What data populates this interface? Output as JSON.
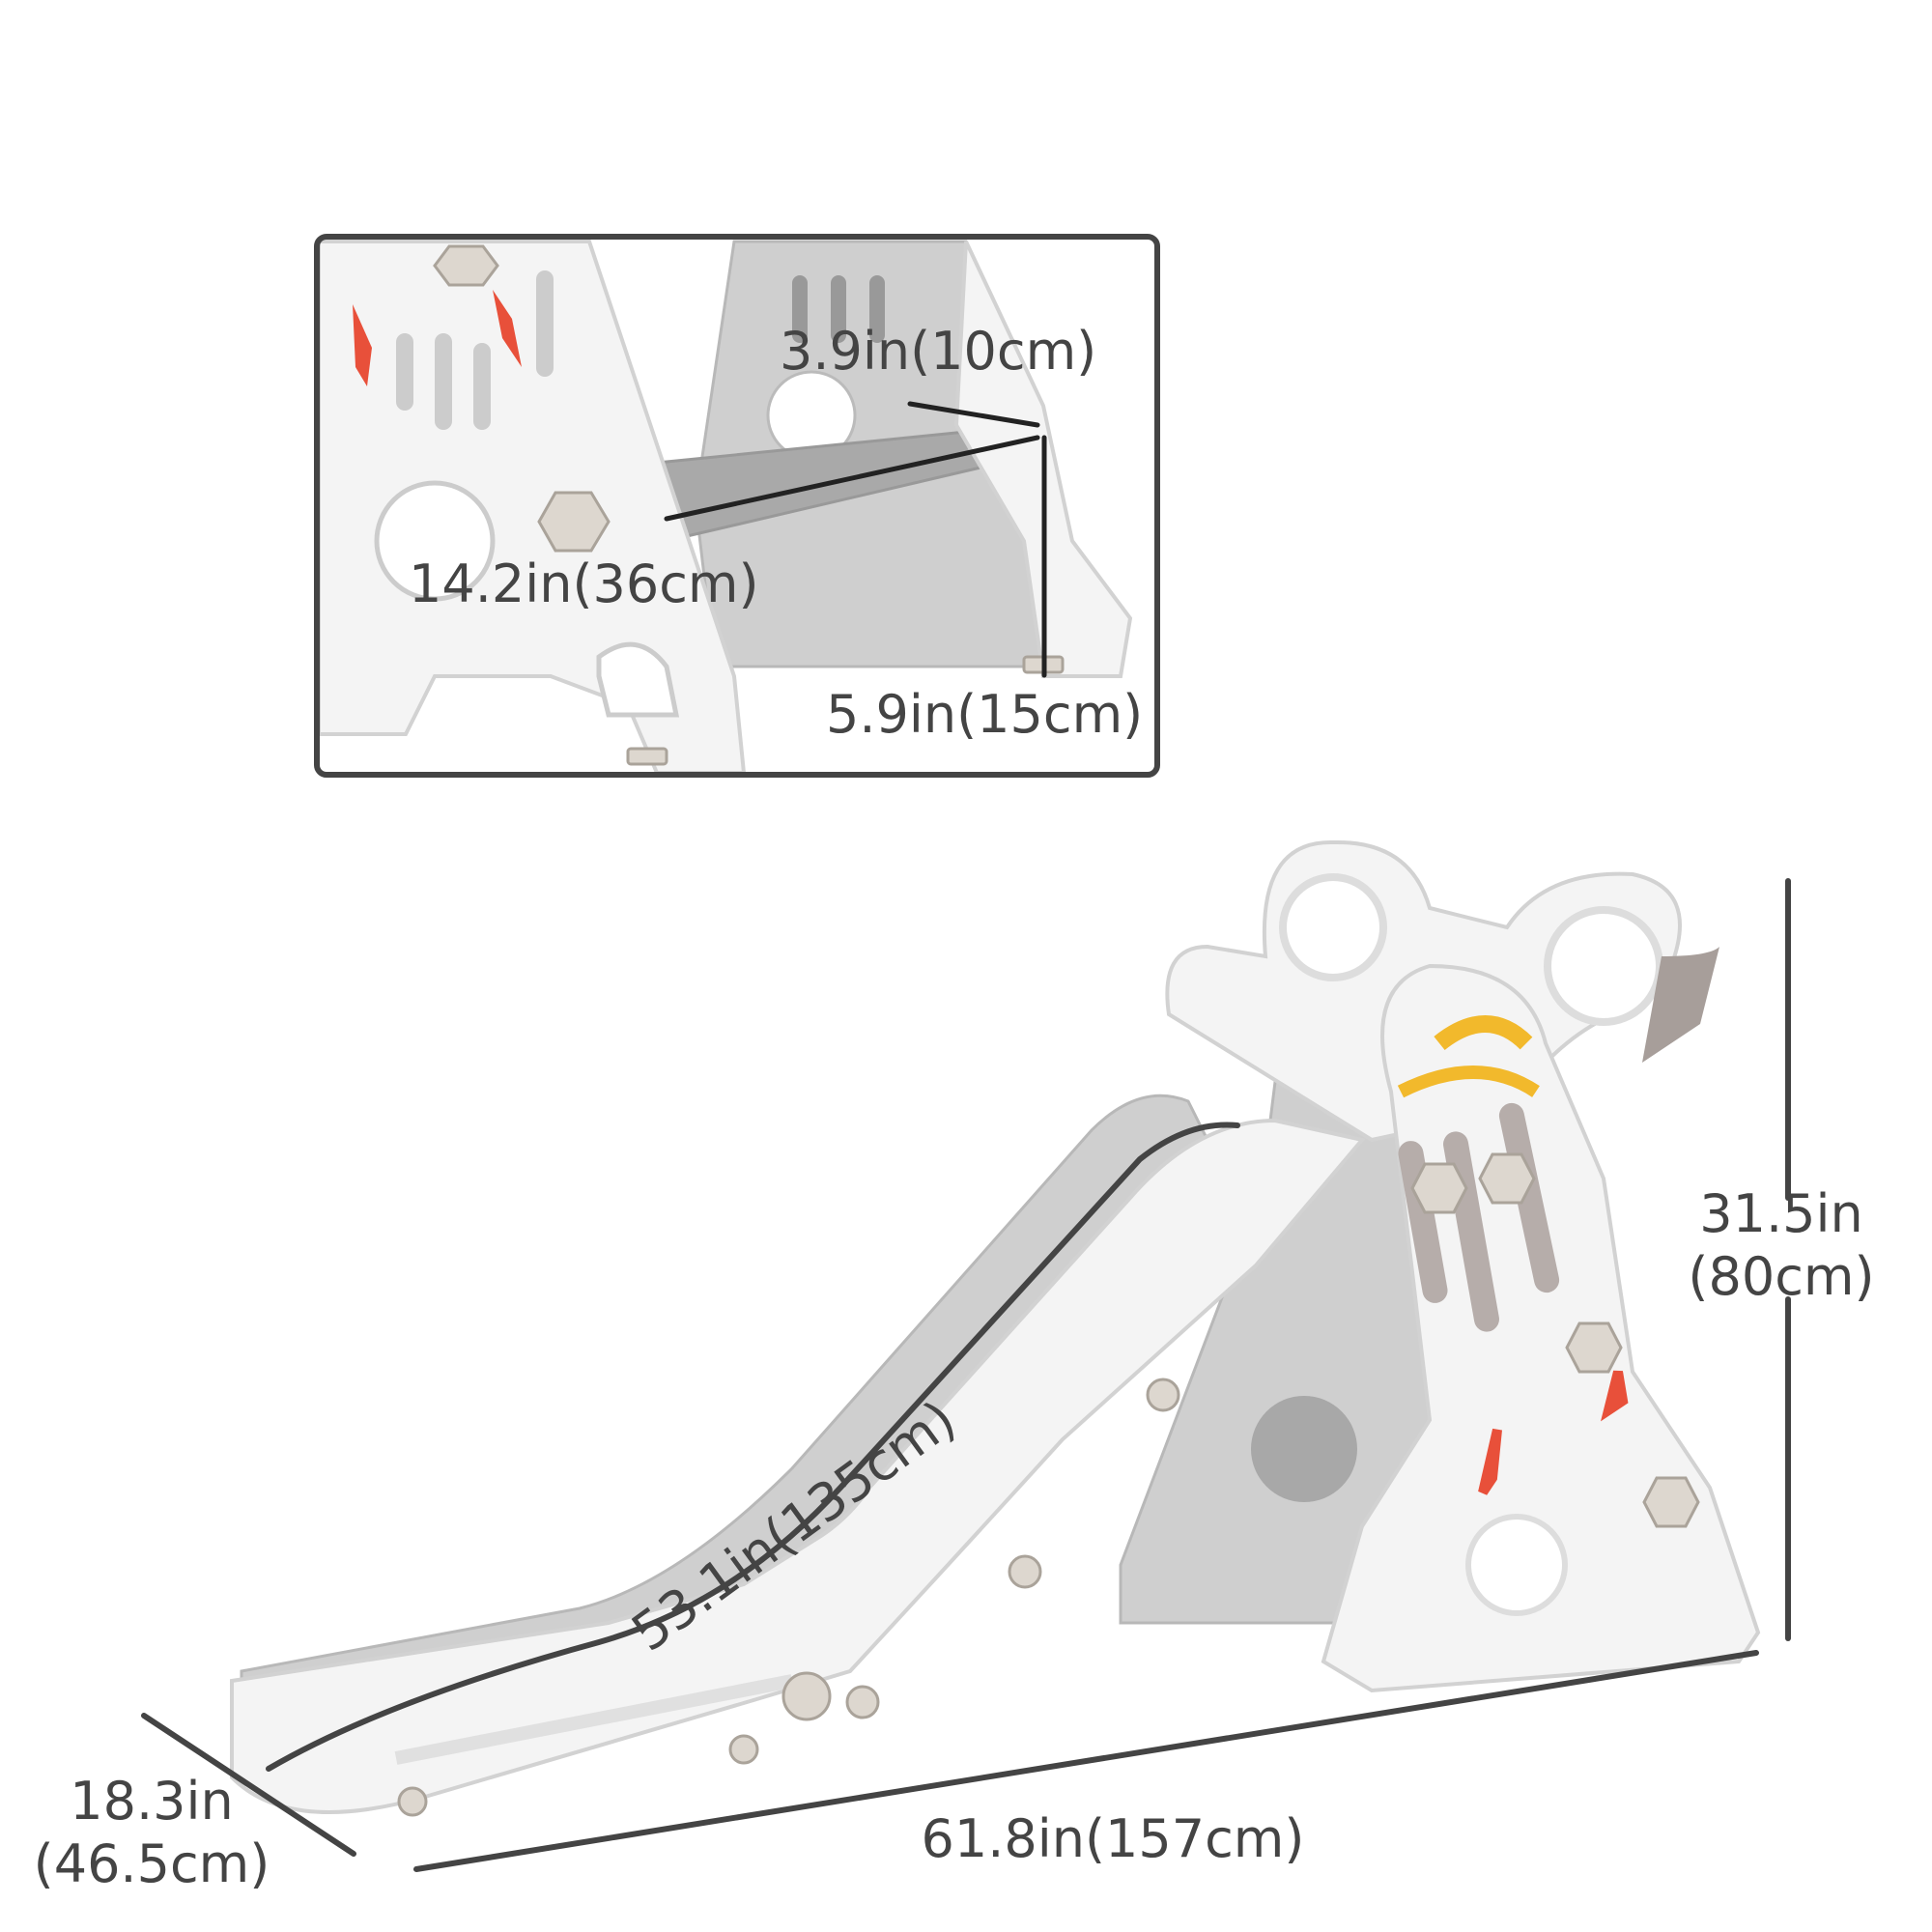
{
  "inset": {
    "step_width": "3.9in(10cm)",
    "step_length": "14.2in(36cm)",
    "step_height": "5.9in(15cm)"
  },
  "main": {
    "height_in": "31.5in",
    "height_cm": "(80cm)",
    "length": "61.8in(157cm)",
    "depth_in": "18.3in",
    "depth_cm": "(46.5cm)",
    "slide_length": "53.1in(135cm)"
  },
  "colors": {
    "text": "#444444",
    "accent_yellow": "#f2b92c",
    "accent_red": "#e8503a",
    "body_white": "#f4f4f4",
    "body_grey": "#cfcfcf"
  }
}
